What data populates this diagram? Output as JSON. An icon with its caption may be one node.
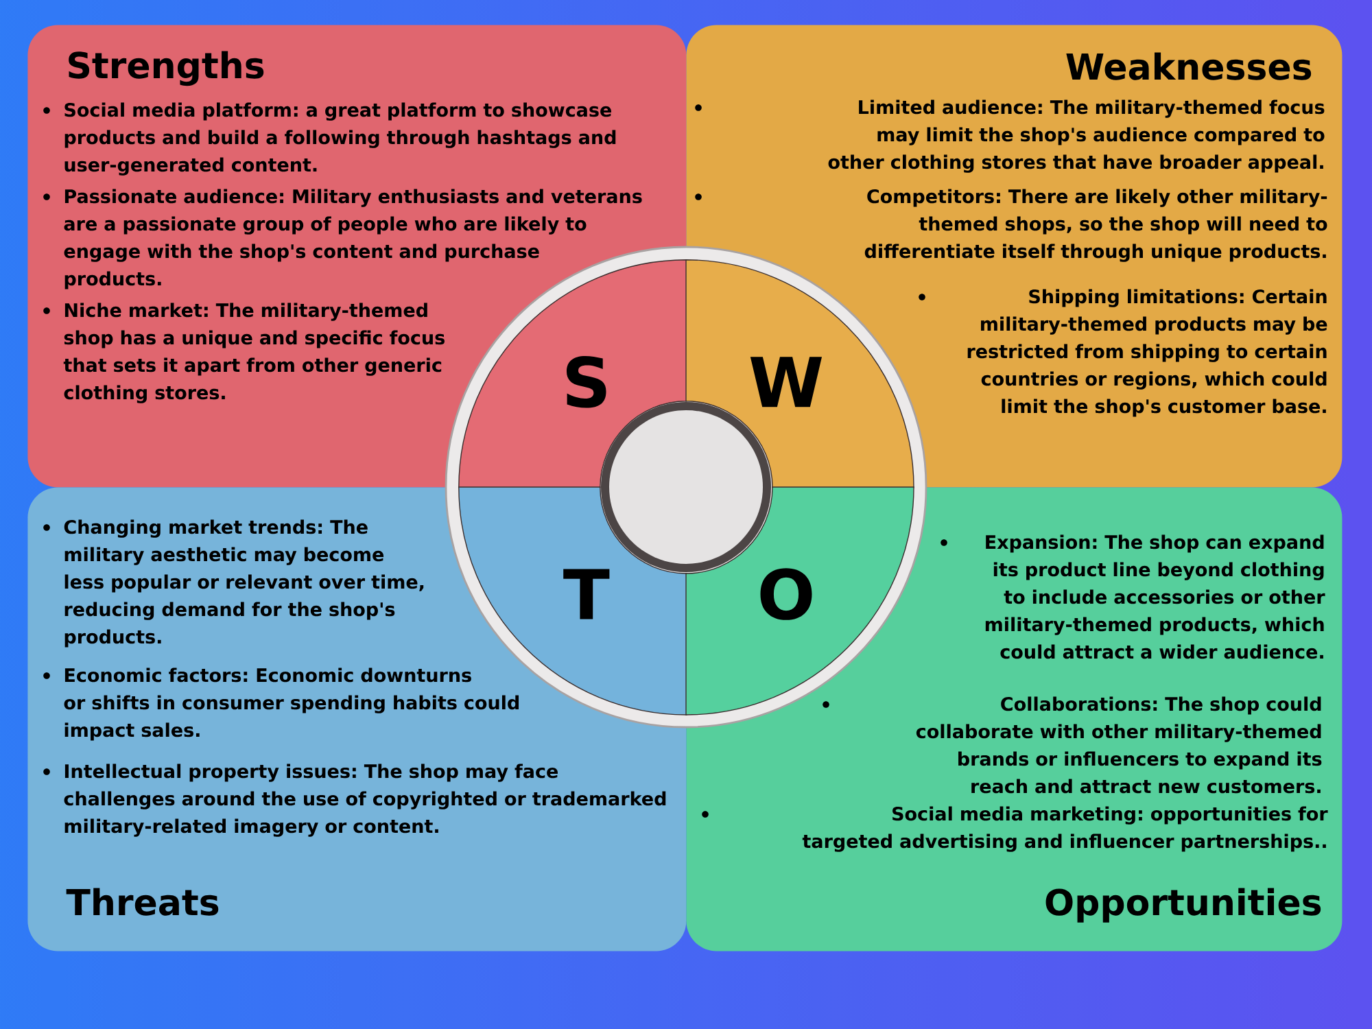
{
  "diagram": {
    "nodes": [
      {
        "text": [
          "Strengths",
          "Social media platform: a great platform to showcase products and build a following through hashtags and user-generated content.",
          "Passionate audience: Military enthusiasts and veterans are a passionate group of people who are likely to engage with the shop's content and purchase products.",
          "Niche market: The military-themed shop has a unique and specific focus that sets it apart from other generic clothing stores."
        ]
      },
      {
        "text": [
          "Weaknesses",
          "Limited audience: The military-themed focus may limit the shop's audience compared to other clothing stores that have broader appeal.",
          "Competitors: There are likely other military-themed shops, so the shop will need to differentiate itself through unique products.",
          "Shipping limitations: Certain military-themed products may be restricted from shipping to certain countries or regions, which could limit the shop's customer base."
        ]
      },
      {
        "text": [
          "Changing market trends: The military aesthetic may become less popular or relevant over time, reducing demand for the shop's products.",
          "Economic factors: Economic downturns or shifts in consumer spending habits could impact sales.",
          "Intellectual property issues: The shop may face challenges around the use of copyrighted or trademarked military-related imagery or content.",
          "Threats"
        ]
      },
      {
        "text": [
          "Expansion: The shop can expand its product line beyond clothing to include accessories or other military-themed products, which could attract a wider audience.",
          "Collaborations: The shop could collaborate with other military-themed brands or influencers to expand its reach and attract new customers.",
          "Social media marketing: opportunities for targeted advertising and influencer partnerships..",
          "Opportunities"
        ]
      },
      {
        "text": [
          "S"
        ],
        "in": 0
      },
      {
        "text": [
          "W"
        ],
        "in": 1
      },
      {
        "text": [
          "T"
        ],
        "in": 2
      },
      {
        "text": [
          "O"
        ],
        "in": 3
      }
    ]
  }
}
